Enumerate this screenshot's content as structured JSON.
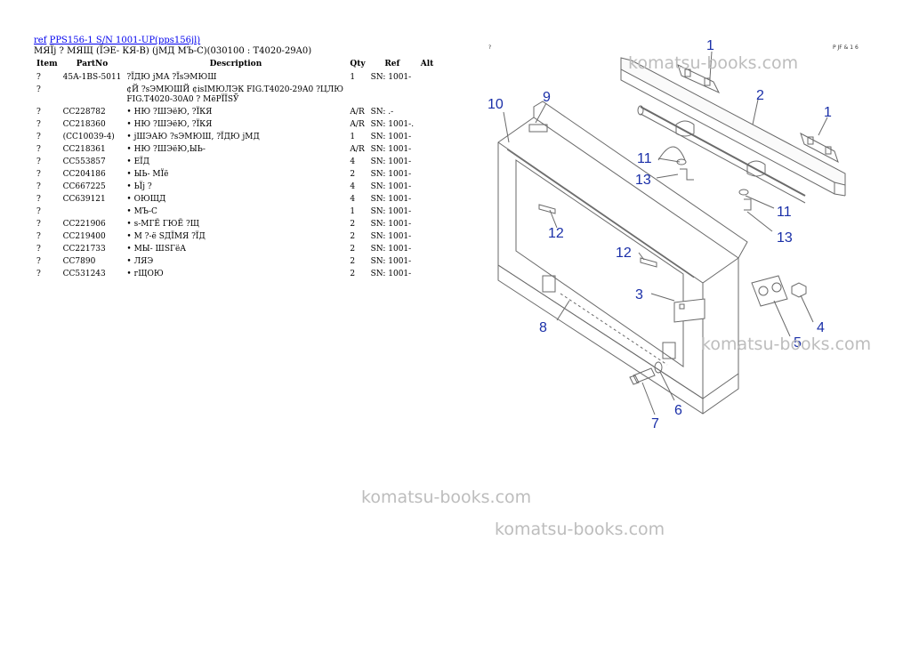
{
  "header": {
    "link_prefix": "ref",
    "link_text": "PPS156-1 S/N 1001-UP(pps156jl)",
    "subtitle": "МЯЇј ? МЯЩ (ЇЭЕ- КЯ-В) (јМД МЪ-С)(030100 : T4020-29A0)"
  },
  "table": {
    "columns": [
      "Item",
      "PartNo",
      "Description",
      "Qty",
      "Ref",
      "Alt"
    ],
    "rows": [
      {
        "item": "?",
        "part": "45A-1BS-5011",
        "desc": "?ЇДЮ јМА ?ЇsЭМЮШ",
        "qty": "1",
        "ref": "SN: 1001-",
        "alt": ""
      },
      {
        "item": "?",
        "part": "",
        "desc": "¢Й ?sЭМЮШЙ ¢іsІМЮЛЭК FIG.T4020-29A0 ?ЦЛЮ FIG.T4020-30A0 ? МёРЇЇSЎ",
        "qty": "",
        "ref": "",
        "alt": ""
      },
      {
        "item": "?",
        "part": "CC228782",
        "desc": "• НЮ ?ШЭёЮ, ?ЇКЯ",
        "qty": "A/R",
        "ref": "SN: .-",
        "alt": ""
      },
      {
        "item": "?",
        "part": "CC218360",
        "desc": "• НЮ ?ШЭёЮ, ?ЇКЯ",
        "qty": "A/R",
        "ref": "SN: 1001-.",
        "alt": ""
      },
      {
        "item": "?",
        "part": "(CC10039-4)",
        "desc": "• јШЭАЮ ?sЭМЮШ, ?ЇДЮ јМД",
        "qty": "1",
        "ref": "SN: 1001-",
        "alt": ""
      },
      {
        "item": "?",
        "part": "CC218361",
        "desc": "• НЮ ?ШЭёЮ,ЫЬ-",
        "qty": "A/R",
        "ref": "SN: 1001-",
        "alt": ""
      },
      {
        "item": "?",
        "part": "CC553857",
        "desc": "• ЕЇД",
        "qty": "4",
        "ref": "SN: 1001-",
        "alt": ""
      },
      {
        "item": "?",
        "part": "CC204186",
        "desc": "• ЫЬ- МЇё",
        "qty": "2",
        "ref": "SN: 1001-",
        "alt": ""
      },
      {
        "item": "?",
        "part": "CC667225",
        "desc": "• ЬЇј ?",
        "qty": "4",
        "ref": "SN: 1001-",
        "alt": ""
      },
      {
        "item": "?",
        "part": "CC639121",
        "desc": "• ОЮЩД",
        "qty": "4",
        "ref": "SN: 1001-",
        "alt": ""
      },
      {
        "item": "?",
        "part": "",
        "desc": "• МЪ-С",
        "qty": "1",
        "ref": "SN: 1001-",
        "alt": ""
      },
      {
        "item": "?",
        "part": "CC221906",
        "desc": "• s-МГЁ ГЮЁ ?Щ",
        "qty": "2",
        "ref": "SN: 1001-",
        "alt": ""
      },
      {
        "item": "?",
        "part": "CC219400",
        "desc": "• М ?-ё SДЇМЯ ?ЇД",
        "qty": "2",
        "ref": "SN: 1001-",
        "alt": ""
      },
      {
        "item": "?",
        "part": "CC221733",
        "desc": "• МЫ- ШSГёА",
        "qty": "2",
        "ref": "SN: 1001-",
        "alt": ""
      },
      {
        "item": "?",
        "part": "CC7890",
        "desc": "• ЛЯЭ",
        "qty": "2",
        "ref": "SN: 1001-",
        "alt": ""
      },
      {
        "item": "?",
        "part": "CC531243",
        "desc": "• гЩОЮ",
        "qty": "2",
        "ref": "SN: 1001-",
        "alt": ""
      }
    ]
  },
  "diagram": {
    "corner_left": "?",
    "corner_right": "P JF & 1 6",
    "callouts": [
      "1",
      "2",
      "1",
      "10",
      "9",
      "11",
      "13",
      "11",
      "13",
      "12",
      "12",
      "3",
      "4",
      "5",
      "8",
      "6",
      "7"
    ],
    "line_color": "#6a6a6a",
    "label_color": "#1a2fa8"
  },
  "watermarks": [
    "komatsu-books.com",
    "komatsu-books.com",
    "komatsu-books.com",
    "komatsu-books.com"
  ]
}
